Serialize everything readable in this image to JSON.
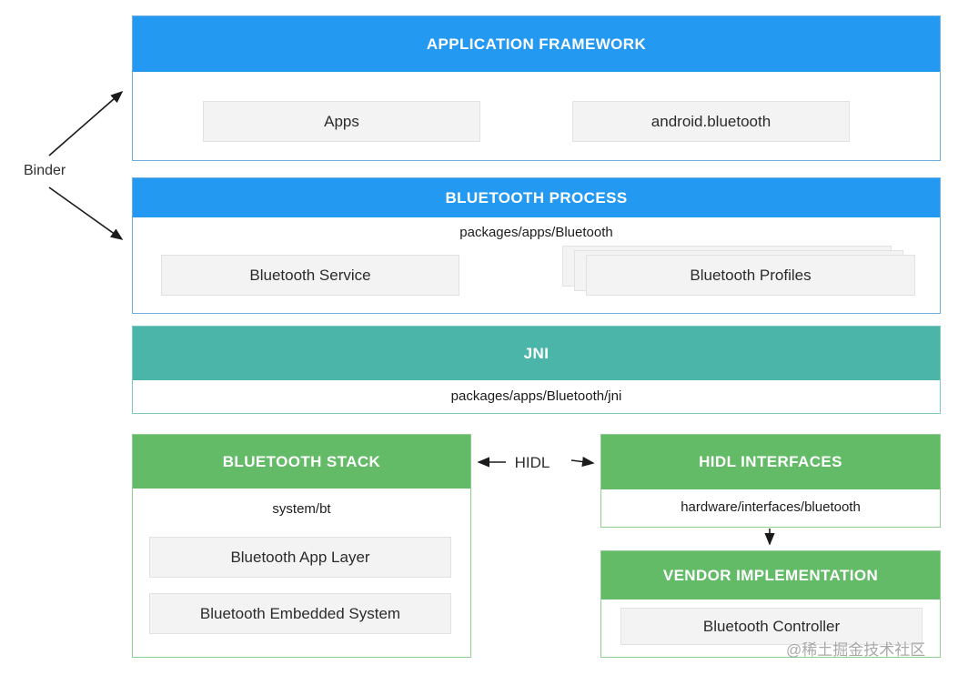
{
  "diagram": {
    "labels": {
      "binder": "Binder",
      "hidl": "HIDL"
    },
    "watermark": "@稀土掘金技术社区",
    "colors": {
      "blue": "#2499F2",
      "teal": "#4BB5AA",
      "green": "#63BB67",
      "chip_bg": "#F3F3F3"
    },
    "application_framework": {
      "title": "APPLICATION FRAMEWORK",
      "chips": [
        "Apps",
        "android.bluetooth"
      ]
    },
    "bluetooth_process": {
      "title": "BLUETOOTH PROCESS",
      "path": "packages/apps/Bluetooth",
      "chips": [
        "Bluetooth Service",
        "Bluetooth Profiles"
      ]
    },
    "jni": {
      "title": "JNI",
      "path": "packages/apps/Bluetooth/jni"
    },
    "bluetooth_stack": {
      "title": "BLUETOOTH STACK",
      "path": "system/bt",
      "chips": [
        "Bluetooth App Layer",
        "Bluetooth Embedded System"
      ]
    },
    "hidl_interfaces": {
      "title": "HIDL INTERFACES",
      "path": "hardware/interfaces/bluetooth"
    },
    "vendor_implementation": {
      "title": "VENDOR IMPLEMENTATION",
      "chips": [
        "Bluetooth Controller"
      ]
    }
  }
}
